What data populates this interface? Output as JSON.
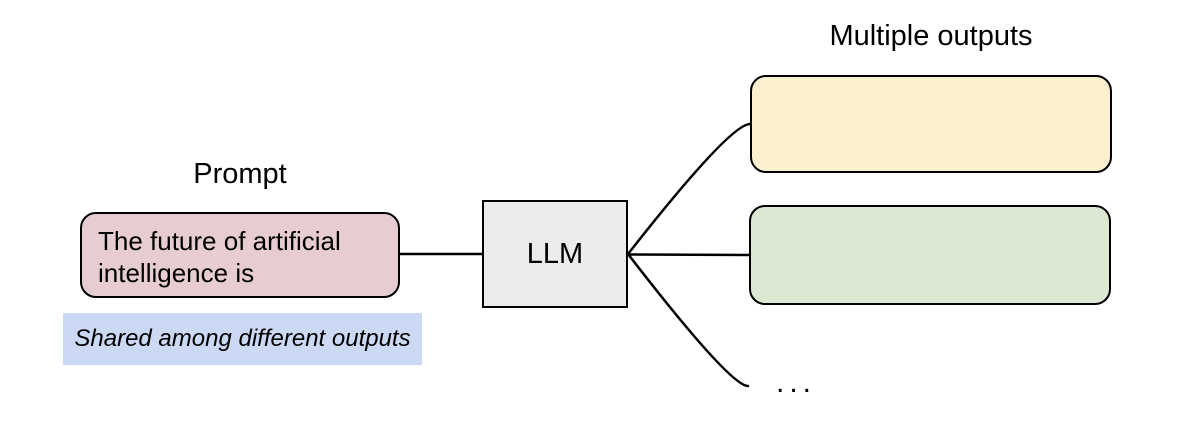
{
  "diagram": {
    "prompt_label": "Prompt",
    "prompt_text": "The future of artificial intelligence is",
    "shared_note": "Shared among different outputs",
    "llm_label": "LLM",
    "outputs_label": "Multiple outputs",
    "ellipsis": "...",
    "colors": {
      "prompt_fill": "#e7cdd2",
      "llm_fill": "#ececec",
      "output_top_fill": "#faf0cd",
      "output_bottom_fill": "#dce8d2",
      "note_highlight": "#ccd9f4",
      "stroke": "#000000"
    }
  }
}
